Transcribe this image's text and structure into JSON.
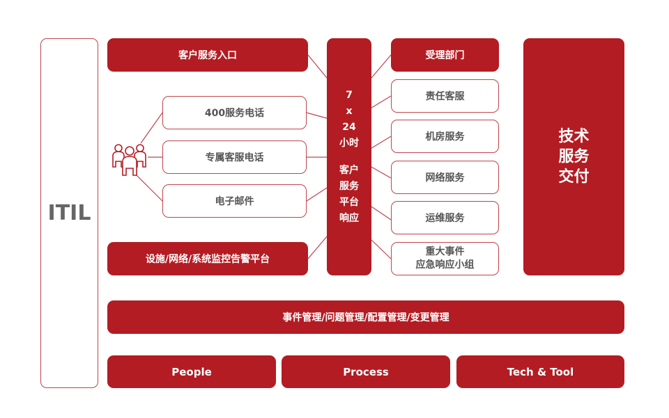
{
  "itil": "ITIL",
  "entry": "客户服务入口",
  "channels": [
    "400服务电话",
    "专属客服电话",
    "电子邮件"
  ],
  "monitoring": "设施/网络/系统监控告警平台",
  "center": {
    "lines_top": [
      "7",
      "x",
      "24",
      "小时"
    ],
    "lines_bottom": [
      "客户",
      "服务",
      "平台",
      "响应"
    ]
  },
  "right": [
    "受理部门",
    "责任客服",
    "机房服务",
    "网络服务",
    "运维服务"
  ],
  "major": [
    "重大事件",
    "应急响应小组"
  ],
  "delivery": [
    "技术",
    "服务",
    "交付"
  ],
  "management": "事件管理/问题管理/配置管理/变更管理",
  "pillars": [
    "People",
    "Process",
    "Tech & Tool"
  ],
  "colors": {
    "accent": "#b31c22"
  }
}
